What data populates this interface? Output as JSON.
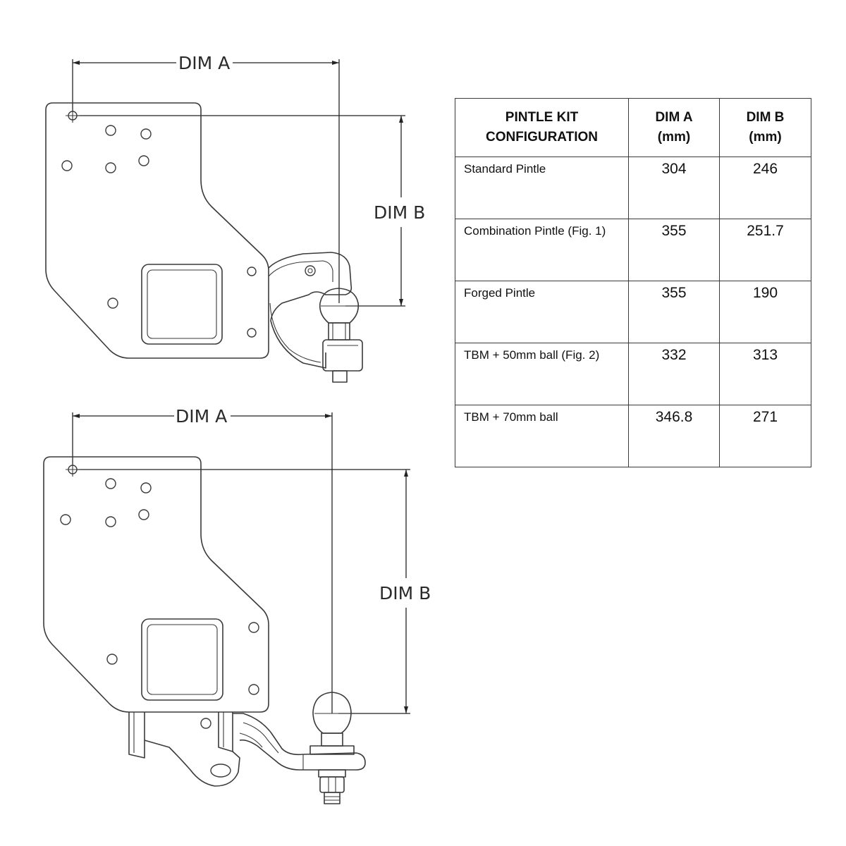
{
  "figure1": {
    "dim_a_label": "DIM A",
    "dim_b_label": "DIM B"
  },
  "figure2": {
    "dim_a_label": "DIM A",
    "dim_b_label": "DIM B"
  },
  "table": {
    "headers": [
      {
        "line1": "PINTLE KIT",
        "line2": "CONFIGURATION"
      },
      {
        "line1": "DIM A",
        "line2": "(mm)"
      },
      {
        "line1": "DIM B",
        "line2": "(mm)"
      }
    ],
    "rows": [
      {
        "config": "Standard Pintle",
        "dim_a": "304",
        "dim_b": "246"
      },
      {
        "config": "Combination Pintle (Fig. 1)",
        "dim_a": "355",
        "dim_b": "251.7"
      },
      {
        "config": "Forged Pintle",
        "dim_a": "355",
        "dim_b": "190"
      },
      {
        "config": "TBM + 50mm ball   (Fig. 2)",
        "dim_a": "332",
        "dim_b": "313"
      },
      {
        "config": "TBM + 70mm ball",
        "dim_a": "346.8",
        "dim_b": "271"
      }
    ]
  }
}
